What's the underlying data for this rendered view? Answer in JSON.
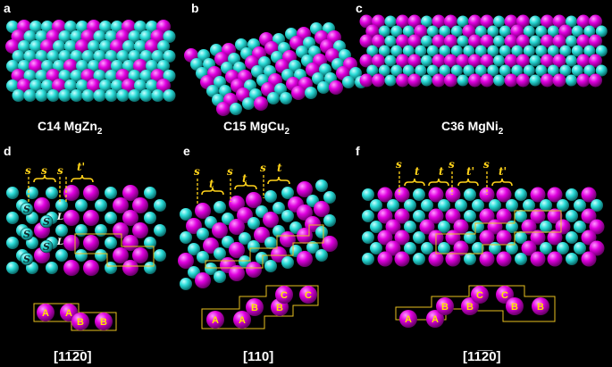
{
  "panels": {
    "a": {
      "label": "a",
      "caption": "C14 MgZn",
      "sub": "2"
    },
    "b": {
      "label": "b",
      "caption": "C15 MgCu",
      "sub": "2"
    },
    "c": {
      "label": "c",
      "caption": "C36 MgNi",
      "sub": "2"
    },
    "d": {
      "label": "d",
      "direction": "[11̅2̅0]",
      "annotations": [
        "s",
        "s",
        "s",
        "t'"
      ],
      "atom_labels": [
        "S",
        "S",
        "S",
        "S",
        "S"
      ],
      "l_labels": [
        "L",
        "L"
      ],
      "sequence": [
        "A",
        "A",
        "B",
        "B"
      ]
    },
    "e": {
      "label": "e",
      "direction": "[110]",
      "annotations": [
        "s",
        "t",
        "s",
        "t",
        "s",
        "t"
      ],
      "sequence": [
        "A",
        "A",
        "B",
        "B",
        "C",
        "C"
      ]
    },
    "f": {
      "label": "f",
      "direction": "[11̅2̅0]",
      "annotations": [
        "s",
        "t",
        "t",
        "s",
        "t'",
        "s",
        "t'"
      ],
      "sequence": [
        "A",
        "A",
        "B",
        "B",
        "C",
        "C",
        "B",
        "B"
      ]
    }
  },
  "colors": {
    "background": "#000000",
    "mg_atom": "#e000e0",
    "tm_atom": "#2adcd8",
    "highlight": "#e8c020"
  }
}
